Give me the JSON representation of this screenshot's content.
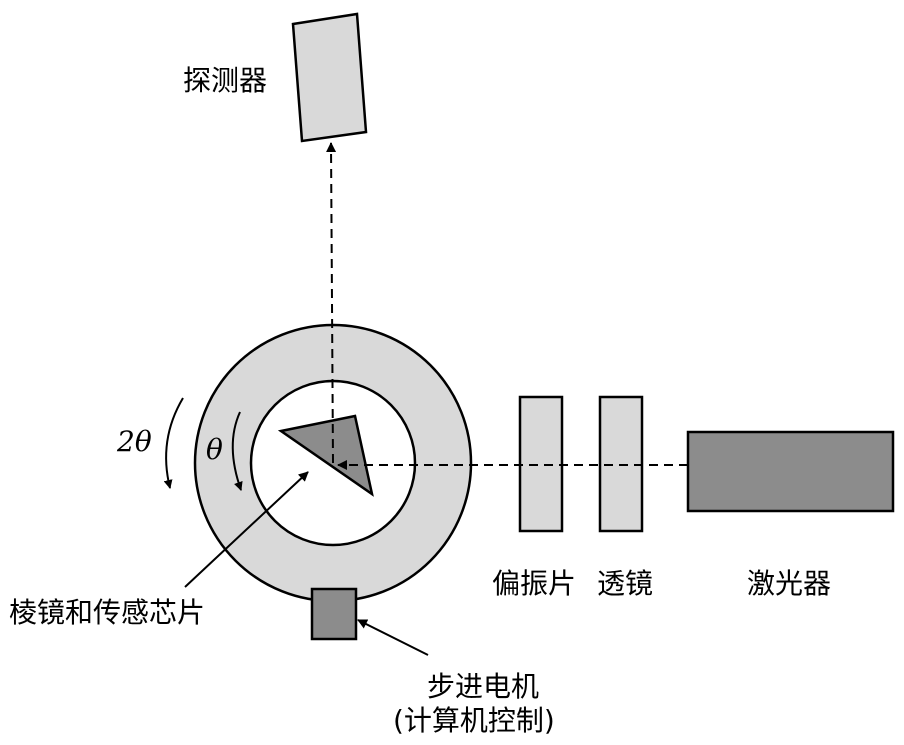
{
  "labels": {
    "detector": "探测器",
    "prism_chip": "棱镜和传感芯片",
    "motor_line1": "步进电机",
    "motor_line2": "(计算机控制)",
    "polarizer": "偏振片",
    "lens": "透镜",
    "laser": "激光器",
    "outer_angle": "2θ",
    "inner_angle": "θ"
  },
  "colors": {
    "light_gray": "#d9d9d9",
    "dark_gray": "#8c8c8c",
    "stroke": "#000000"
  }
}
